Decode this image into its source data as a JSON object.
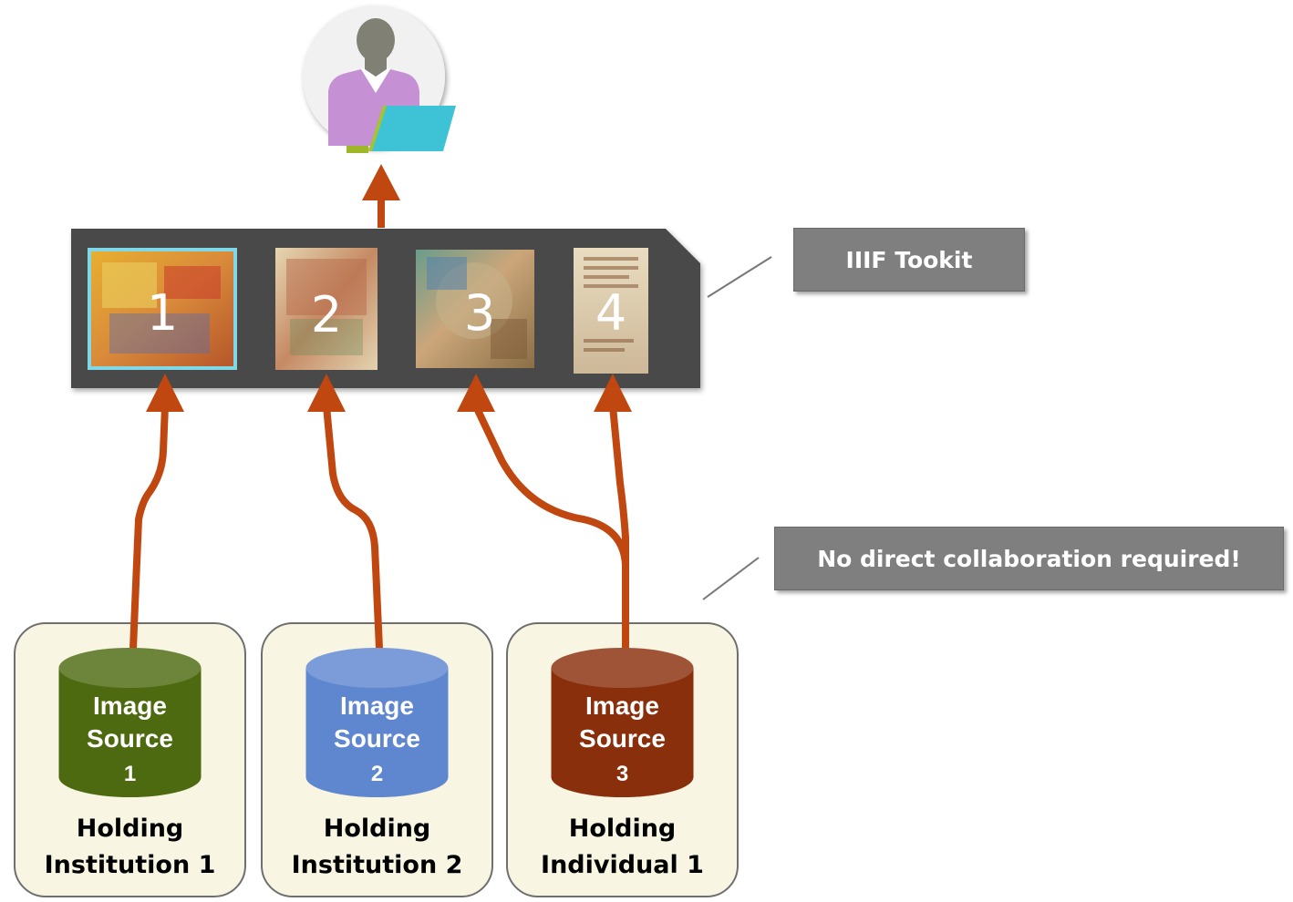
{
  "callouts": {
    "toolkit": "IIIF Tookit",
    "collaboration": "No direct collaboration required!"
  },
  "thumbnails": [
    "1",
    "2",
    "3",
    "4"
  ],
  "sources": [
    {
      "line1": "Image",
      "line2": "Source",
      "line3": "1",
      "holder_line1": "Holding",
      "holder_line2": "Institution 1",
      "color": "#4e6a10"
    },
    {
      "line1": "Image",
      "line2": "Source",
      "line3": "2",
      "holder_line1": "Holding",
      "holder_line2": "Institution 2",
      "color": "#5f87d0"
    },
    {
      "line1": "Image",
      "line2": "Source",
      "line3": "3",
      "holder_line1": "Holding",
      "holder_line2": "Individual 1",
      "color": "#8a2f0c"
    }
  ],
  "colors": {
    "arrow": "#c0470f",
    "toolkit_frame": "#4a4a4a",
    "holder_box": "#f8f6e3",
    "callout": "#7f7f7f",
    "user_shirt": "#c590d4",
    "user_head": "#808074",
    "laptop": "#3ec3d6"
  }
}
